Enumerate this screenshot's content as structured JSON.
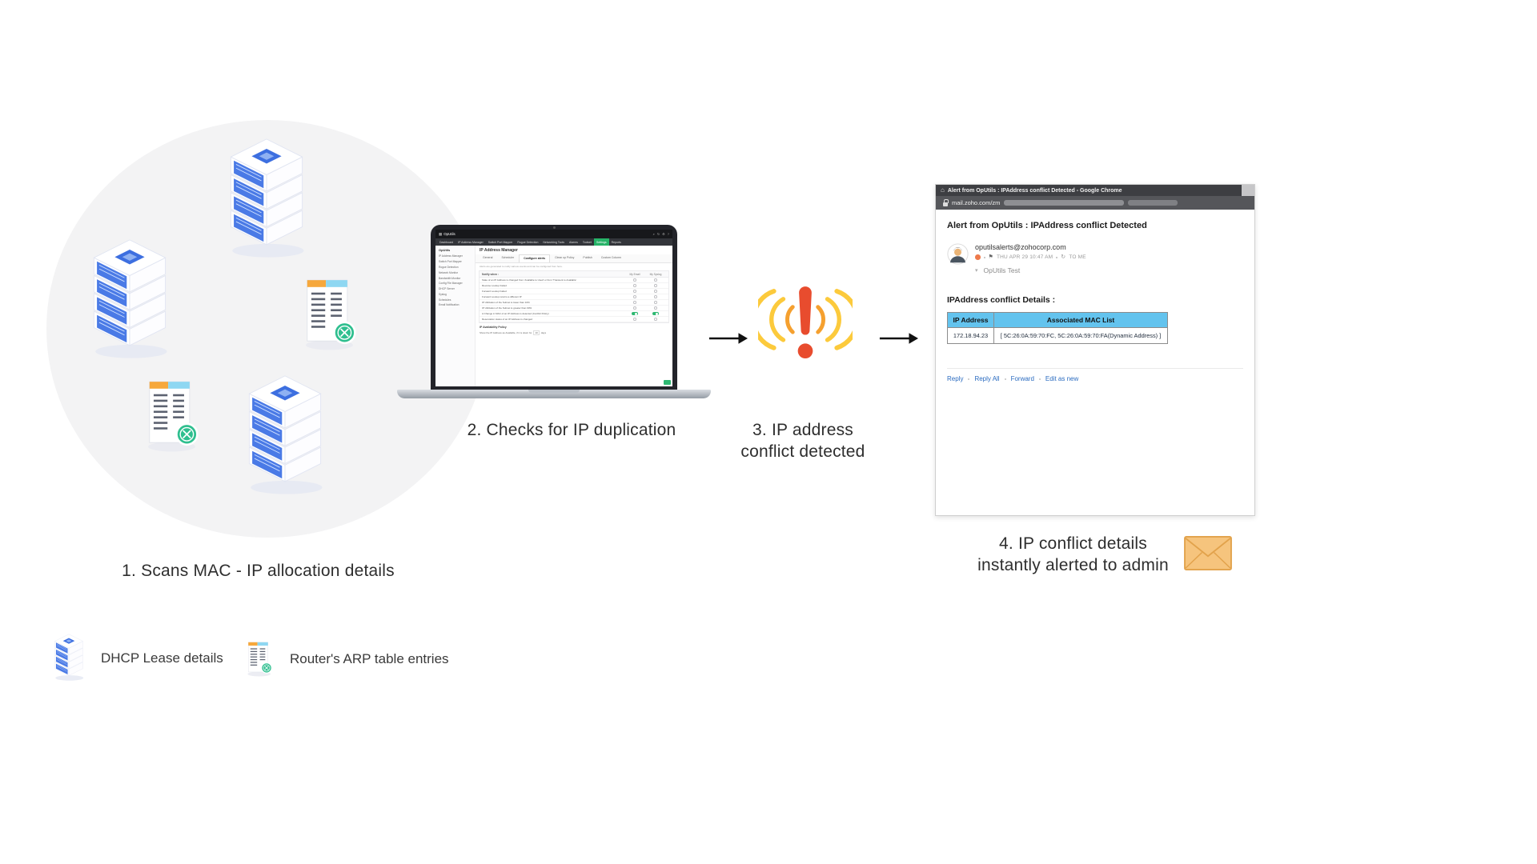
{
  "steps": {
    "step1": "1. Scans MAC - IP allocation details",
    "step2": "2. Checks for IP duplication",
    "step3_lines": [
      "3. IP address",
      "conflict detected"
    ],
    "step4_lines": [
      "4. IP conflict details",
      "instantly alerted to admin"
    ]
  },
  "legend": {
    "dhcp": "DHCP Lease details",
    "arp": "Router's ARP table entries"
  },
  "laptop_app": {
    "brand": "OpUtils",
    "topbar_icons": [
      "⌕",
      "↻",
      "⚙",
      "?"
    ],
    "menu": [
      "Dashboard",
      "IP Address Manager",
      "Switch Port Mapper",
      "Rogue Detection",
      "Networking Tools",
      "Alarms",
      "Toolset",
      "Settings",
      "Reports"
    ],
    "sidebar_header": "OpUtils",
    "sidebar": [
      "IP Address Manager",
      "Switch Port Mapper",
      "Rogue Detection",
      "Network Monitor",
      "Bandwidth Monitor",
      "Config File Manager",
      "DHCP Server",
      "Syslog",
      "Schedules",
      "Email Notification"
    ],
    "page_title": "IP Address Manager",
    "tabs": [
      "General",
      "Scheduler",
      "Configure alerts",
      "Clean up Policy",
      "Publish",
      "Custom Column"
    ],
    "description": "Alerts are generated to notify various events and can be configured from here.",
    "table_header": "Notify when :",
    "col_email": "My Email",
    "col_syslog": "My Syslog",
    "rows": [
      {
        "label": "State of an IP Address is changed from 'Available to Used' or from 'Transient to Available'",
        "email": "off",
        "syslog": "off"
      },
      {
        "label": "Reverse Lookup Failed",
        "email": "off",
        "syslog": "off"
      },
      {
        "label": "Forward Lookup Failed",
        "email": "off",
        "syslog": "off"
      },
      {
        "label": "Forward Lookup returns a different IP",
        "email": "off",
        "syslog": "off"
      },
      {
        "label": "IP Utilization of the Subnet is lower than 10%",
        "email": "off",
        "syslog": "off"
      },
      {
        "label": "IP Utilization of the Subnet is greater than 90%",
        "email": "off",
        "syslog": "off"
      },
      {
        "label": "A Change in MAC of an IP Address is detected (Conflict Policy)",
        "email": "on",
        "syslog": "on"
      },
      {
        "label": "Reservation status of an IP Address is changed",
        "email": "off",
        "syslog": "off"
      }
    ],
    "section2": "IP Availability Policy",
    "policy_text": "Show the IP Address as Available, if it is down for",
    "policy_value": "10",
    "policy_suffix": "days"
  },
  "browser": {
    "title": "Alert from OpUtils : IPAddress conflict Detected - Google Chrome",
    "url": "mail.zoho.com/zm",
    "email": {
      "subject": "Alert from OpUtils : IPAddress conflict Detected",
      "from": "oputilsalerts@zohocorp.com",
      "date": "THU APR 29 10:47 AM",
      "to": "TO ME",
      "preview": "OpUtils Test",
      "details_heading": "IPAddress conflict Details :",
      "table": {
        "headers": [
          "IP Address",
          "Associated MAC List"
        ],
        "rows": [
          [
            "172.18.94.23",
            "[ 5C:26:0A:59:70:FC, 5C:26:0A:59:70:FA(Dynamic Address) ]"
          ]
        ]
      },
      "actions": [
        "Reply",
        "Reply All",
        "Forward",
        "Edit as new"
      ]
    }
  }
}
